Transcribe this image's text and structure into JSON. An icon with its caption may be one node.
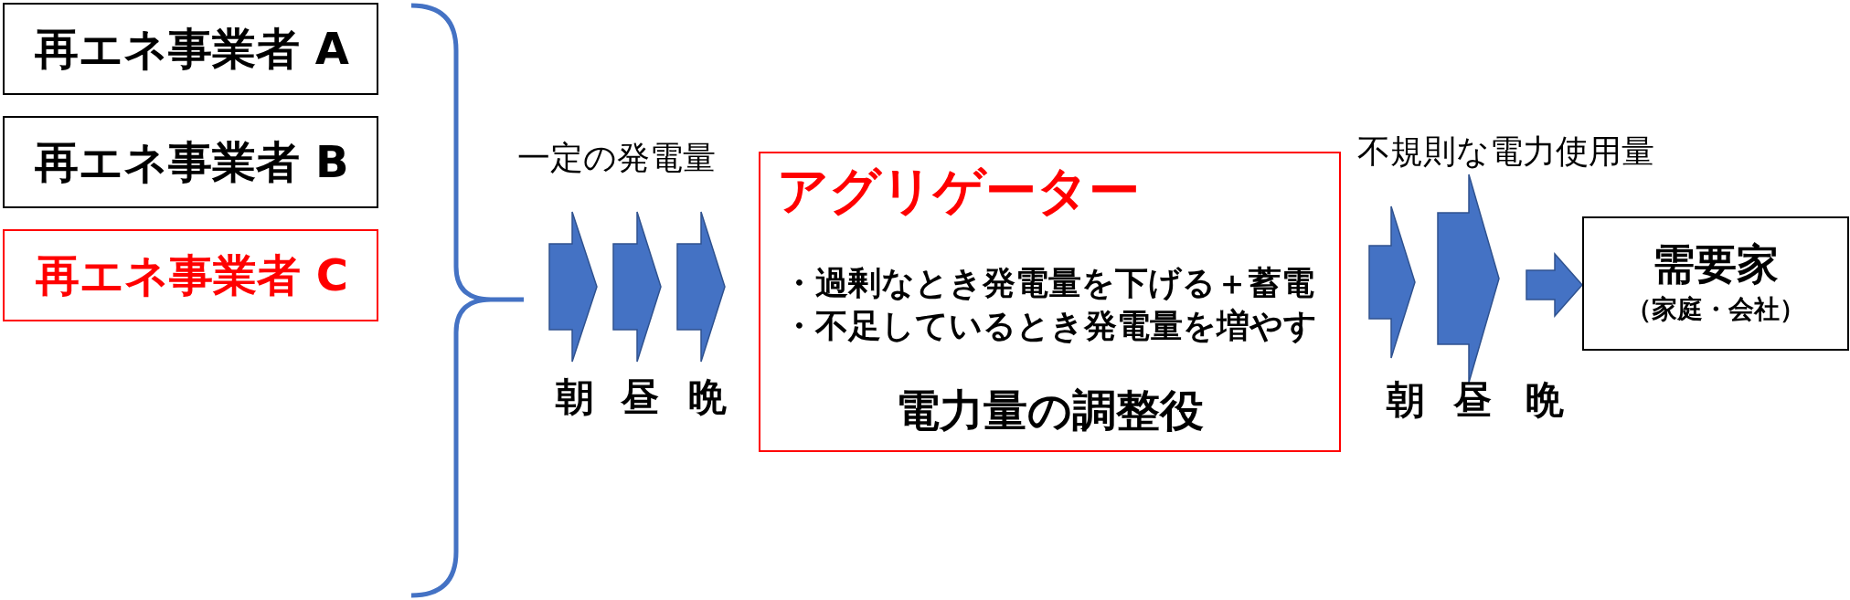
{
  "diagram": {
    "nodes": [
      {
        "text": [
          "再エネ事業者 A"
        ]
      },
      {
        "text": [
          "再エネ事業者 B"
        ]
      },
      {
        "text": [
          "再エネ事業者 C"
        ]
      },
      {
        "text": [
          "アグリゲーター",
          "・過剰なとき発電量を下げる＋蓄電",
          "・不足しているとき発電量を増やす",
          "電力量の調整役"
        ]
      },
      {
        "text": [
          "需要家",
          "（家庭・会社）"
        ]
      }
    ],
    "edges": [
      {
        "from": null,
        "to": 4,
        "arrow": "to"
      }
    ],
    "labels": [
      "一定の発電量",
      "朝",
      "昼",
      "晩",
      "不規則な電力使用量",
      "朝",
      "昼",
      "晩"
    ]
  }
}
